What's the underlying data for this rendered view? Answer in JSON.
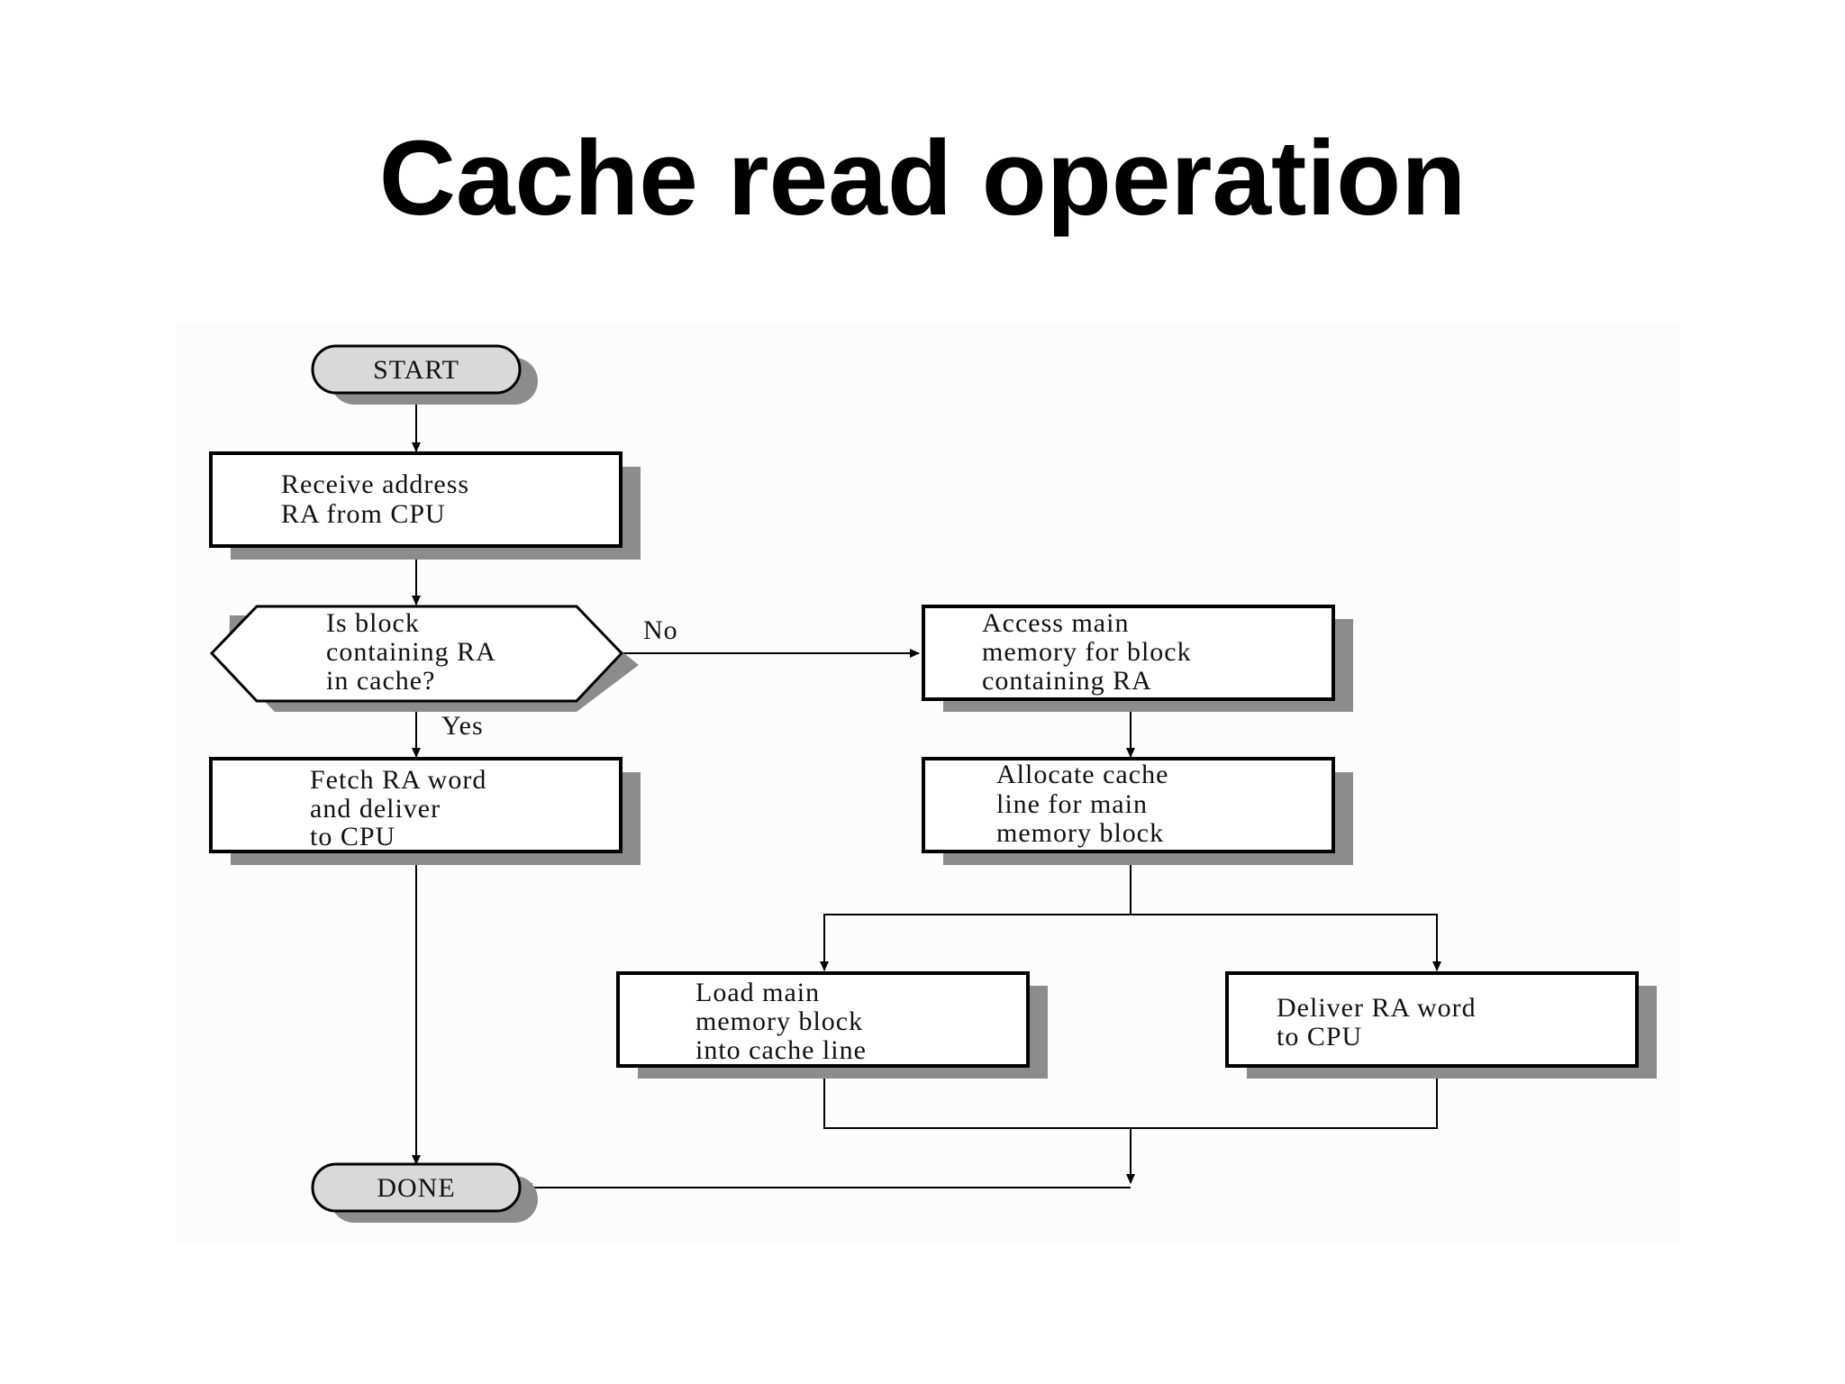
{
  "title": "Cache read operation",
  "flowchart": {
    "start": "START",
    "done": "DONE",
    "receive_address": [
      "Receive address",
      "RA from CPU"
    ],
    "decision": [
      "Is block",
      "containing RA",
      "in cache?"
    ],
    "label_no": "No",
    "label_yes": "Yes",
    "fetch_deliver": [
      "Fetch RA word",
      "and deliver",
      "to CPU"
    ],
    "access_memory": [
      "Access main",
      "memory for block",
      "containing RA"
    ],
    "allocate_line": [
      "Allocate cache",
      "line for main",
      "memory block"
    ],
    "load_block": [
      "Load main",
      "memory block",
      "into cache line"
    ],
    "deliver_word": [
      "Deliver RA word",
      "to CPU"
    ]
  },
  "colors": {
    "terminator_fill": "#d9d9d9",
    "shadow": "#8c8c8c",
    "stroke": "#000000",
    "panel": "#fdfdfd"
  }
}
